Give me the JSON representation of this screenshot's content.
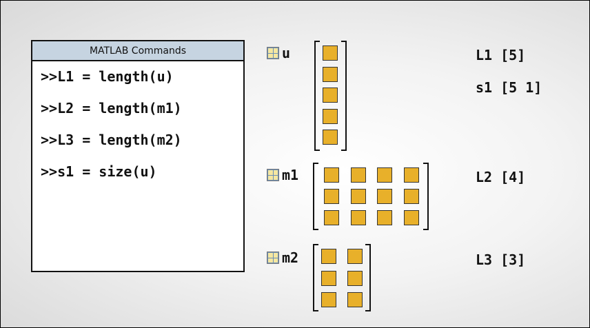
{
  "panel": {
    "title": "MATLAB Commands",
    "commands": [
      ">>L1 = length(u)",
      ">>L2 = length(m1)",
      ">>L3 = length(m2)",
      ">>s1 = size(u)"
    ]
  },
  "variables": [
    {
      "name": "u",
      "rows": 5,
      "cols": 1
    },
    {
      "name": "m1",
      "rows": 3,
      "cols": 4
    },
    {
      "name": "m2",
      "rows": 3,
      "cols": 2
    }
  ],
  "results": [
    "L1 [5]",
    "s1 [5 1]",
    "L2 [4]",
    "L3 [3]"
  ],
  "colors": {
    "cell": "#e8b02a",
    "header": "#c6d4e1"
  }
}
